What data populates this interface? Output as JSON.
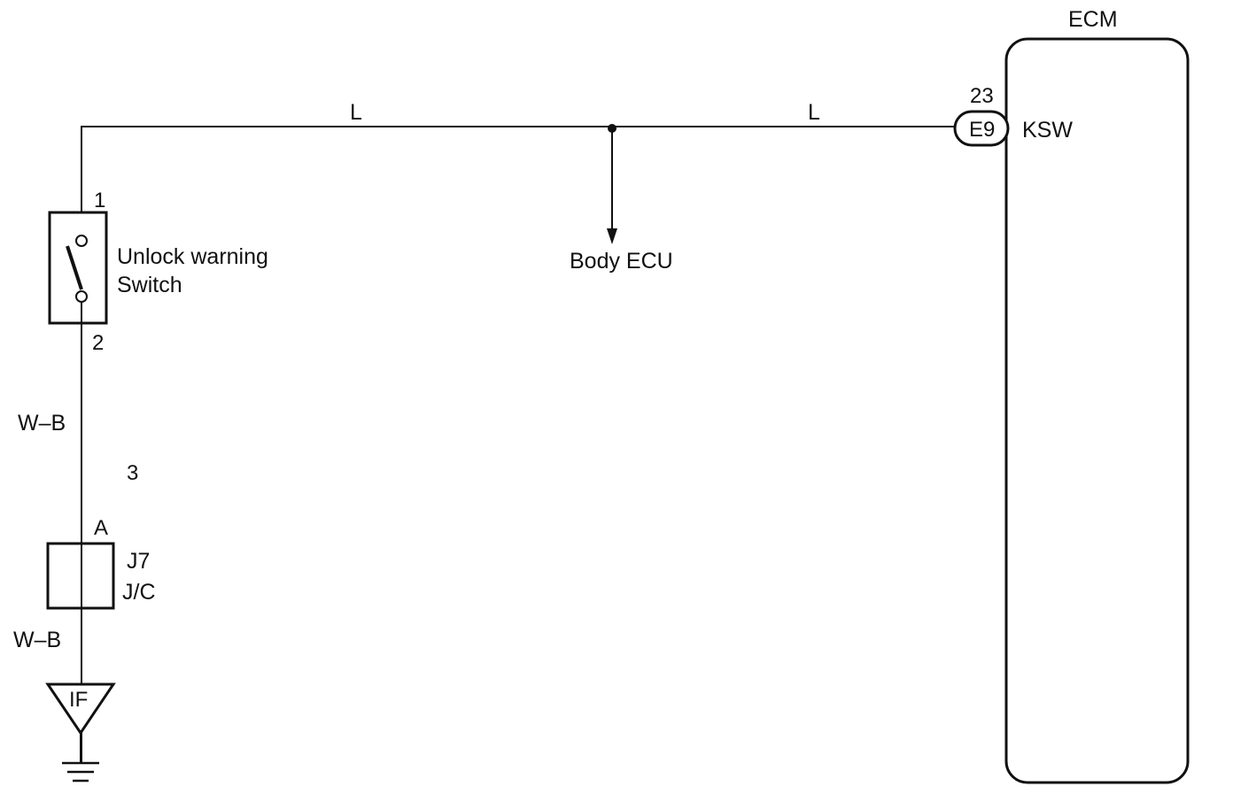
{
  "components": {
    "ecm": {
      "title": "ECM",
      "pin_number": "23",
      "connector": "E9",
      "terminal": "KSW"
    },
    "switch": {
      "name_line1": "Unlock warning",
      "name_line2": "Switch",
      "pin_top": "1",
      "pin_bottom": "2"
    },
    "body_ecu": {
      "label": "Body ECU"
    },
    "junction_connector": {
      "pin": "A",
      "name": "J7",
      "type": "J/C",
      "cavity": "3"
    },
    "ground": {
      "label": "IF"
    }
  },
  "wires": {
    "top_left": "L",
    "top_right": "L",
    "switch_to_jc": "W–B",
    "jc_to_ground": "W–B"
  }
}
